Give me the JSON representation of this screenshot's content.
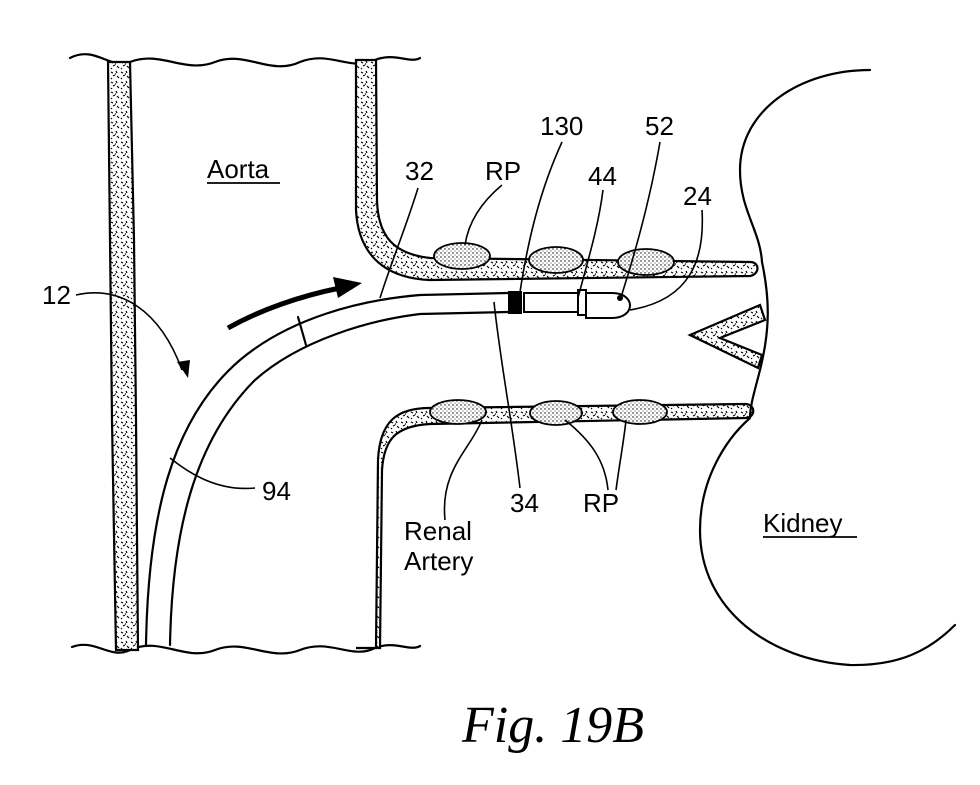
{
  "figure": {
    "caption": "Fig. 19B",
    "regions": {
      "aorta": "Aorta",
      "kidney": "Kidney",
      "renal_artery_line1": "Renal",
      "renal_artery_line2": "Artery"
    },
    "labels": {
      "l12": "12",
      "l94": "94",
      "l32": "32",
      "rp_top": "RP",
      "l130": "130",
      "l44": "44",
      "l52": "52",
      "l24": "24",
      "l34": "34",
      "rp_bottom": "RP"
    }
  }
}
